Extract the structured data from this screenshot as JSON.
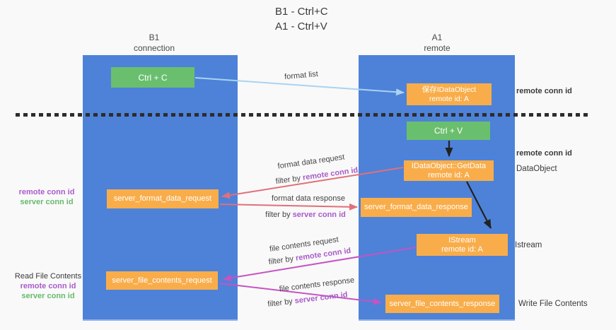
{
  "title": {
    "line1": "B1 - Ctrl+C",
    "line2": "A1 - Ctrl+V"
  },
  "columns": {
    "left": {
      "name": "B1",
      "subtitle": "connection"
    },
    "right": {
      "name": "A1",
      "subtitle": "remote"
    }
  },
  "boxes": {
    "ctrl_c": {
      "label": "Ctrl + C"
    },
    "ctrl_v": {
      "label": "Ctrl + V"
    },
    "save_dataobject": {
      "line1": "保存IDataObject",
      "line2": "remote id: A"
    },
    "getdata": {
      "line1": "IDataObject::GetData",
      "line2": "remote id: A"
    },
    "istream": {
      "line1": "IStream",
      "line2": "remote id: A"
    },
    "server_format_data_request": {
      "label": "server_format_data_request"
    },
    "server_format_data_response": {
      "label": "server_format_data_response"
    },
    "server_file_contents_request": {
      "label": "server_file_contents_request"
    },
    "server_file_contents_response": {
      "label": "server_file_contents_response"
    }
  },
  "arrows": {
    "format_list": "format list",
    "format_data_request": "format data request",
    "format_data_response": "format data response",
    "file_contents_request": "file contents request",
    "file_contents_response": "file contents response"
  },
  "terms": {
    "filter_by": "filter by ",
    "remote_conn_id": "remote conn id",
    "server_conn_id": "server conn id"
  },
  "side_labels": {
    "dataobject": "DataObject",
    "istream": "Istream",
    "read_file_contents": "Read File Contents",
    "write_file_contents": "Write File Contents"
  },
  "colors": {
    "column_blue": "#4d82d8",
    "box_green": "#6abf6e",
    "box_orange": "#f9ad4a",
    "arrow_light_blue": "#a9d3f2",
    "arrow_salmon": "#e0707a",
    "arrow_magenta": "#c653c3",
    "arrow_black": "#222222",
    "label_purple": "#a95bc9",
    "label_green": "#66bb6a",
    "dashed_line": "#2d2d2d"
  }
}
